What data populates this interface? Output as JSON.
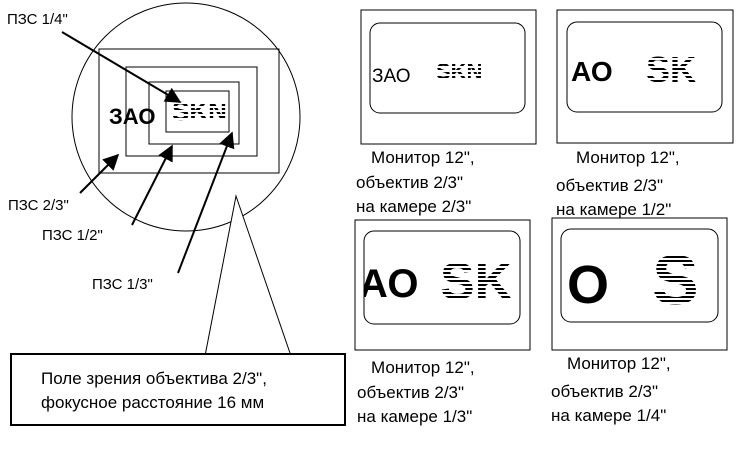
{
  "diagram": {
    "sensor_labels": {
      "quarter": "ПЗС 1/4\"",
      "two_thirds": "ПЗС 2/3\"",
      "half": "ПЗС 1/2\"",
      "third": "ПЗС 1/3\""
    },
    "scene_text": {
      "company": "ЗАО",
      "brand": "SKN"
    },
    "callout": {
      "line1": "Поле зрения объектива 2/3\",",
      "line2": "фокусное расстояние 16 мм"
    },
    "monitors": [
      {
        "screen_left": "ЗАО",
        "screen_right": "SKN",
        "caption": [
          "Монитор 12\",",
          "объектив 2/3\"",
          "на камере 2/3\""
        ]
      },
      {
        "screen_left": "АО",
        "screen_right": "SK",
        "caption": [
          "Монитор 12\",",
          "объектив 2/3\"",
          "на камере 1/2\""
        ]
      },
      {
        "screen_left": "АО",
        "screen_right": "SK",
        "caption": [
          "Монитор 12\",",
          "объектив 2/3\"",
          "на камере 1/3\""
        ]
      },
      {
        "screen_left": "О",
        "screen_right": "S",
        "caption": [
          "Монитор 12\",",
          "объектив 2/3\"",
          "на камере 1/4\""
        ]
      }
    ]
  }
}
